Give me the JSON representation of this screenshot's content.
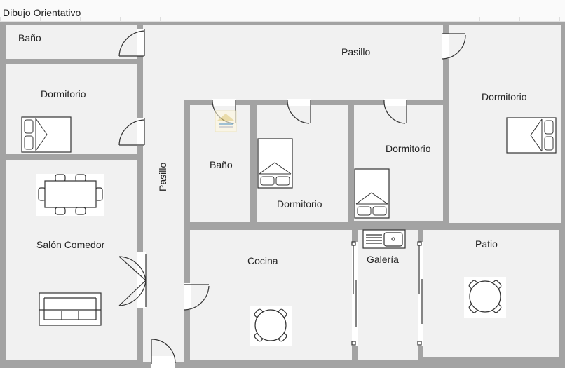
{
  "document": {
    "title": "Dibujo Orientativo"
  },
  "rooms": {
    "bano_top": "Baño",
    "dormitorio_left": "Dormitorio",
    "salon": "Salón Comedor",
    "pasillo_vertical": "Pasillo",
    "pasillo_top": "Pasillo",
    "bano_center": "Baño",
    "dormitorio_center": "Dormitorio",
    "dormitorio_center_right": "Dormitorio",
    "dormitorio_right": "Dormitorio",
    "cocina": "Cocina",
    "galeria": "Galería",
    "patio": "Patio"
  },
  "colors": {
    "wall": "#a3a3a3",
    "floor": "#f1f1f1",
    "line": "#333333"
  },
  "icons": [
    "double-bed-icon",
    "door-swing-icon",
    "dining-table-icon",
    "sofa-icon",
    "round-table-icon",
    "sink-icon",
    "sliding-door-icon",
    "logo-watermark-icon"
  ]
}
